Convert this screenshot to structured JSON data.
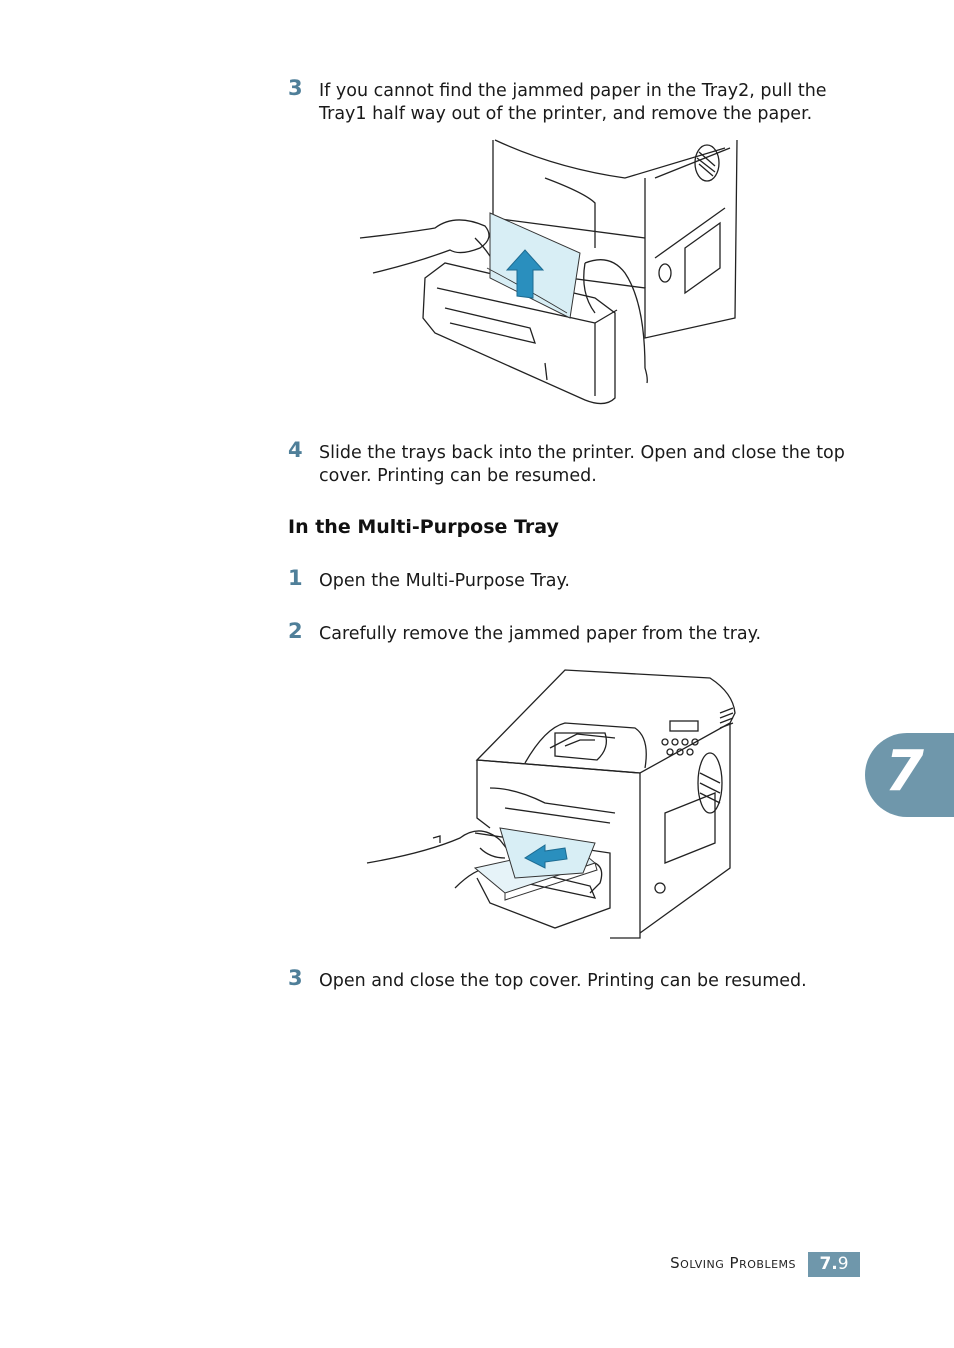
{
  "steps_a": [
    {
      "num": "3",
      "text": "If you cannot find the jammed paper in the Tray2, pull the Tray1 half way out of the printer, and remove the paper."
    },
    {
      "num": "4",
      "text": "Slide the trays back into the printer. Open and close the top cover. Printing can be resumed."
    }
  ],
  "section": {
    "heading": "In the Multi-Purpose Tray"
  },
  "steps_b": [
    {
      "num": "1",
      "text": "Open the Multi-Purpose Tray."
    },
    {
      "num": "2",
      "text": "Carefully remove the jammed paper from the tray."
    },
    {
      "num": "3",
      "text": "Open and close the top cover. Printing can be resumed."
    }
  ],
  "chapter_tab": {
    "number": "7"
  },
  "footer": {
    "title": "Solving Problems",
    "chapter": "7.",
    "page": "9"
  },
  "colors": {
    "accent": "#6f97ab",
    "step_number": "#4f7f99",
    "paper": "#d8eef5",
    "arrow": "#2a8fbe"
  }
}
